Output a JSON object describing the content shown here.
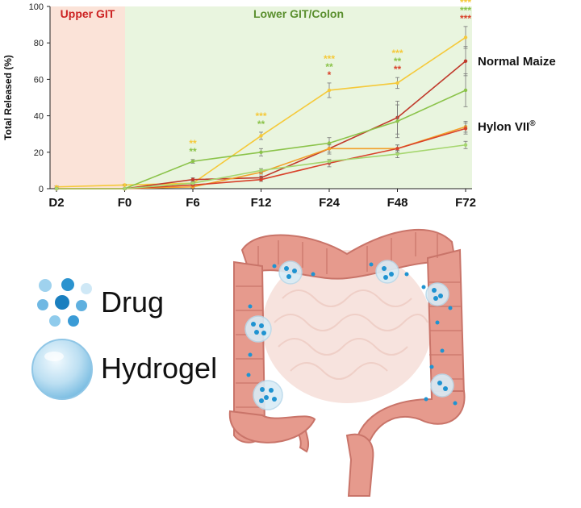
{
  "chart_data": {
    "type": "line",
    "ylabel": "Total Released (%)",
    "ylim": [
      0,
      100
    ],
    "yticks": [
      0,
      20,
      40,
      60,
      80,
      100
    ],
    "categories": [
      "D2",
      "F0",
      "F6",
      "F12",
      "F24",
      "F48",
      "F72"
    ],
    "regions": [
      {
        "label": "Upper GIT",
        "color": "#cc2222",
        "bg": "#fbe3d8",
        "from": 0,
        "to": 1
      },
      {
        "label": "Lower GIT/Colon",
        "color": "#5a8f2e",
        "bg": "#e9f5df",
        "from": 1,
        "to": 6
      }
    ],
    "series_labels": [
      {
        "text": "Normal Maize",
        "y": 70
      },
      {
        "text": "Hylon VII",
        "suffix": "®",
        "y": 34
      }
    ],
    "series": [
      {
        "color": "#f5c93a",
        "values": [
          1,
          2,
          3,
          29,
          54,
          58,
          83
        ],
        "err": [
          0.5,
          0.5,
          1,
          2,
          4,
          3,
          6
        ]
      },
      {
        "color": "#c0392b",
        "values": [
          0,
          0,
          5,
          6,
          22,
          39,
          70
        ],
        "err": [
          0.3,
          0.3,
          1,
          1,
          3,
          9,
          8
        ]
      },
      {
        "color": "#8bc34a",
        "values": [
          0,
          0,
          15,
          20,
          25,
          37,
          54
        ],
        "err": [
          0.3,
          0.3,
          1,
          2,
          3,
          9,
          9
        ]
      },
      {
        "color": "#f3a02a",
        "values": [
          0,
          0,
          1,
          9,
          22,
          22,
          34
        ],
        "err": [
          0.3,
          0.3,
          0.5,
          1,
          2,
          2,
          3
        ]
      },
      {
        "color": "#d9412a",
        "values": [
          0,
          0,
          2,
          5,
          14,
          22,
          33
        ],
        "err": [
          0.3,
          0.3,
          0.5,
          1,
          2,
          2,
          3
        ]
      },
      {
        "color": "#a5d66e",
        "values": [
          0,
          0,
          3,
          10,
          15,
          19,
          24
        ],
        "err": [
          0.3,
          0.3,
          0.5,
          1,
          1,
          2,
          2
        ]
      }
    ],
    "significance": [
      {
        "category": "F6",
        "marks": [
          {
            "text": "**",
            "color": "#f5c93a"
          },
          {
            "text": "**",
            "color": "#8bc34a"
          }
        ]
      },
      {
        "category": "F12",
        "marks": [
          {
            "text": "***",
            "color": "#f5c93a"
          },
          {
            "text": "**",
            "color": "#8bc34a"
          }
        ]
      },
      {
        "category": "F24",
        "marks": [
          {
            "text": "***",
            "color": "#f5c93a"
          },
          {
            "text": "**",
            "color": "#8bc34a"
          },
          {
            "text": "*",
            "color": "#d9412a"
          }
        ]
      },
      {
        "category": "F48",
        "marks": [
          {
            "text": "***",
            "color": "#f5c93a"
          },
          {
            "text": "**",
            "color": "#8bc34a"
          },
          {
            "text": "**",
            "color": "#d9412a"
          }
        ]
      },
      {
        "category": "F72",
        "marks": [
          {
            "text": "***",
            "color": "#f5c93a"
          },
          {
            "text": "***",
            "color": "#8bc34a"
          },
          {
            "text": "***",
            "color": "#d9412a"
          }
        ]
      }
    ]
  },
  "legend": {
    "drug_label": "Drug",
    "hydrogel_label": "Hydrogel"
  },
  "colors": {
    "colon": "#e7978a",
    "colon_dark": "#c76d62",
    "intestine": "#f6dcd5",
    "drug_dot": "#1f93d1",
    "hydrogel": "#cfe6f3"
  }
}
